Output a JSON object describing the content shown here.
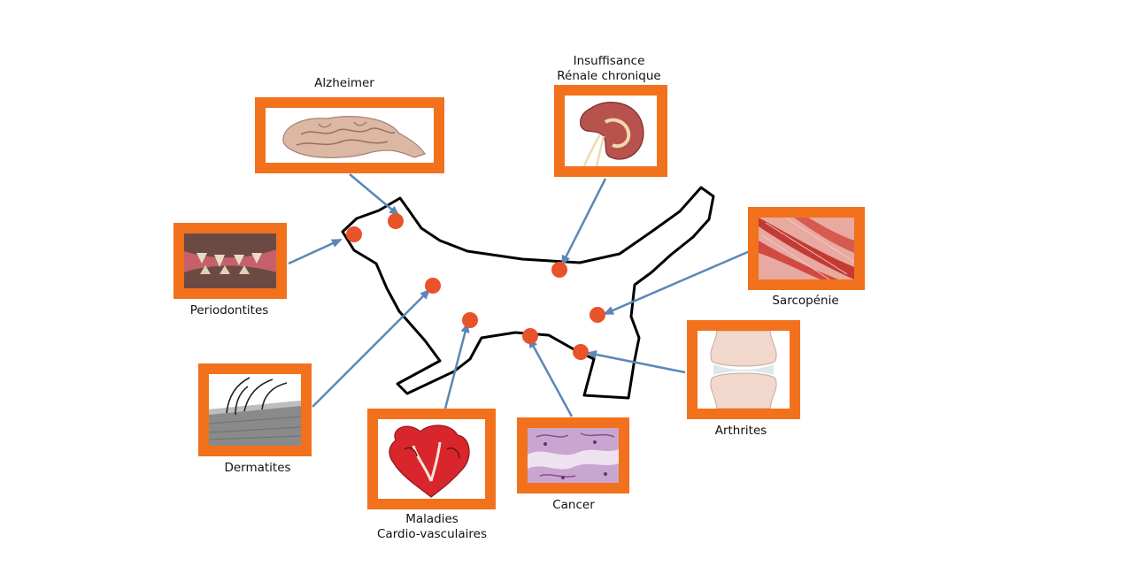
{
  "colors": {
    "frame": "#f2711c",
    "dot": "#e8532a",
    "arrow": "#5b87b8",
    "outline": "#000000"
  },
  "conditions": [
    {
      "id": "alzheimer",
      "label": "Alzheimer",
      "icon": "brain-icon"
    },
    {
      "id": "renal",
      "label_line1": "Insuffisance",
      "label_line2": "Rénale chronique",
      "icon": "kidney-icon"
    },
    {
      "id": "periodontites",
      "label": "Periodontites",
      "icon": "teeth-icon"
    },
    {
      "id": "sarcopenie",
      "label": "Sarcopénie",
      "icon": "muscle-icon"
    },
    {
      "id": "dermatites",
      "label": "Dermatites",
      "icon": "skin-icon"
    },
    {
      "id": "arthrites",
      "label": "Arthrites",
      "icon": "joint-icon"
    },
    {
      "id": "cardio",
      "label_line1": "Maladies",
      "label_line2": "Cardio-vasculaires",
      "icon": "heart-icon"
    },
    {
      "id": "cancer",
      "label": "Cancer",
      "icon": "tissue-icon"
    }
  ]
}
